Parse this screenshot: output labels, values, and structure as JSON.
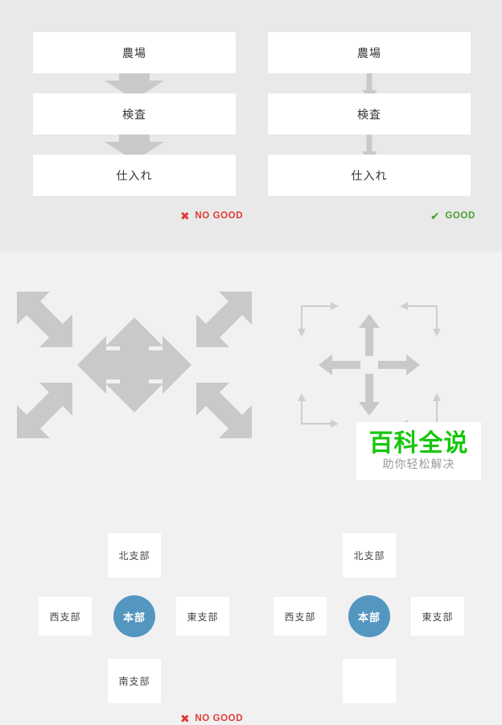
{
  "page": {
    "background_top": "#e9e9e9",
    "background_bottom": "#f1f1f1",
    "arrow_color": "#c9c9c9",
    "thin_arrow_color": "#bfbfbf",
    "hub_color": "#5396c0",
    "bad_color": "#e03a37",
    "good_color": "#4a9e35"
  },
  "section_top": {
    "bad_example": {
      "steps": [
        {
          "label": "農場"
        },
        {
          "label": "検査"
        },
        {
          "label": "仕入れ"
        }
      ],
      "arrow_style": "thick-block-arrow",
      "verdict": {
        "mark": "✖",
        "label": "NO GOOD"
      }
    },
    "good_example": {
      "steps": [
        {
          "label": "農場"
        },
        {
          "label": "検査"
        },
        {
          "label": "仕入れ"
        }
      ],
      "arrow_style": "thin-line-arrow",
      "verdict": {
        "mark": "✔",
        "label": "GOOD"
      }
    }
  },
  "section_bottom": {
    "bad_example": {
      "hub": {
        "label": "本部"
      },
      "nodes": [
        {
          "label": "北支部",
          "position": "north"
        },
        {
          "label": "西支部",
          "position": "west"
        },
        {
          "label": "東支部",
          "position": "east"
        },
        {
          "label": "南支部",
          "position": "south"
        }
      ],
      "arrow_style": "thick-double-headed-cross-and-diagonals",
      "verdict": {
        "mark": "✖",
        "label": "NO GOOD"
      }
    },
    "good_example": {
      "hub": {
        "label": "本部"
      },
      "nodes": [
        {
          "label": "北支部",
          "position": "north"
        },
        {
          "label": "西支部",
          "position": "west"
        },
        {
          "label": "東支部",
          "position": "east"
        },
        {
          "label": "",
          "position": "south"
        }
      ],
      "arrow_style": "thick-cross-plus-thin-elbow-connectors"
    }
  },
  "watermark": {
    "title": "百科全说",
    "subtitle": "助你轻松解决"
  }
}
